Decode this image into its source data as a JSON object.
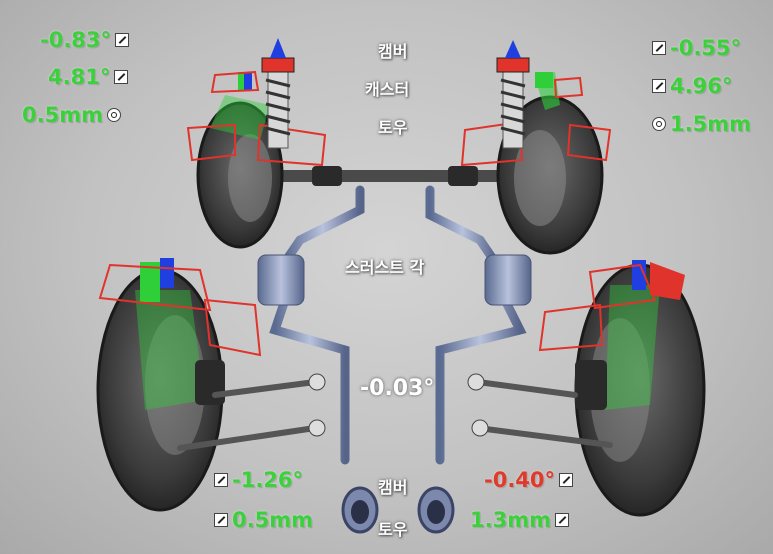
{
  "labels": {
    "front_camber": "캠버",
    "front_caster": "캐스터",
    "front_toe": "토우",
    "thrust_angle": "스러스트 각",
    "rear_camber": "캠버",
    "rear_toe": "토우"
  },
  "front_left": {
    "camber": "-0.83°",
    "caster": "4.81°",
    "toe": "0.5mm"
  },
  "front_right": {
    "camber": "-0.55°",
    "caster": "4.96°",
    "toe": "1.5mm"
  },
  "thrust": {
    "value": "-0.03°"
  },
  "rear_left": {
    "camber": "-1.26°",
    "toe": "0.5mm"
  },
  "rear_right": {
    "camber": "-0.40°",
    "toe": "1.3mm"
  },
  "colors": {
    "in_range": "#3bd13b",
    "out_of_range": "#e23a2a",
    "indicator_red": "#e0332b",
    "indicator_green": "#2fcf3a",
    "indicator_blue": "#1f3fe0"
  },
  "icons": {
    "edit": "pencil-icon",
    "toe": "target-icon"
  }
}
